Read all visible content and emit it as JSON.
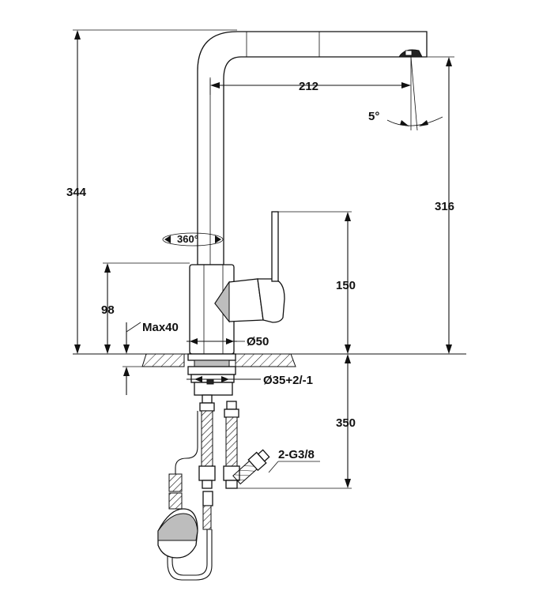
{
  "dimensions": {
    "total_height": "344",
    "spout_reach": "212",
    "spout_angle": "5°",
    "spout_height": "316",
    "rotation": "360°",
    "lever_height": "150",
    "body_height": "98",
    "max_deck_thickness": "Max40",
    "base_diameter": "Ø50",
    "hole_diameter": "Ø35+2/-1",
    "hose_length": "350",
    "connection": "2-G3/8"
  }
}
